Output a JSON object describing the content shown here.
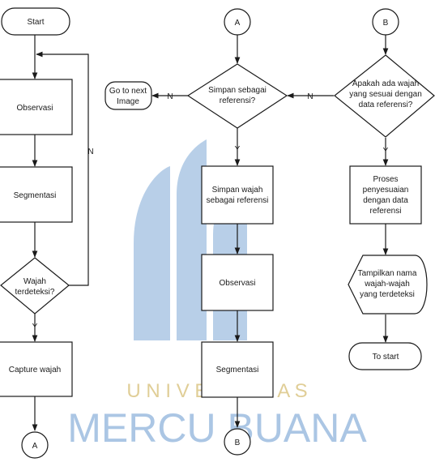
{
  "nodes": {
    "start": "Start",
    "observasi_1": "Observasi",
    "segmentasi_1": "Segmentasi",
    "wajah_terdeteksi": [
      "Wajah",
      "terdeteksi?"
    ],
    "capture_wajah": "Capture wajah",
    "connector_a_bottom": "A",
    "connector_a_top": "A",
    "simpan_referensi_q": [
      "Simpan sebagai",
      "referensi?"
    ],
    "go_next_image": [
      "Go to next",
      "Image"
    ],
    "simpan_wajah": [
      "Simpan wajah",
      "sebagai referensi"
    ],
    "observasi_2": "Observasi",
    "segmentasi_2": "Segmentasi",
    "connector_b_bottom": "B",
    "connector_b_top": "B",
    "apakah_ada_wajah": [
      "Apakah ada wajah",
      "yang sesuai dengan",
      "data referensi?"
    ],
    "proses_penyesuaian": [
      "Proses",
      "penyesuaian",
      "dengan data",
      "referensi"
    ],
    "tampilkan_nama": [
      "Tampilkan nama",
      "wajah-wajah",
      "yang terdeteksi"
    ],
    "to_start": "To start"
  },
  "edge_labels": {
    "no": "N",
    "yes": "Y"
  },
  "watermark": {
    "line1": "U N I V E R S I T A S",
    "line2": "MERCU BUANA",
    "color_blue": "#7fa9d6",
    "color_gold": "#d9c27e"
  }
}
